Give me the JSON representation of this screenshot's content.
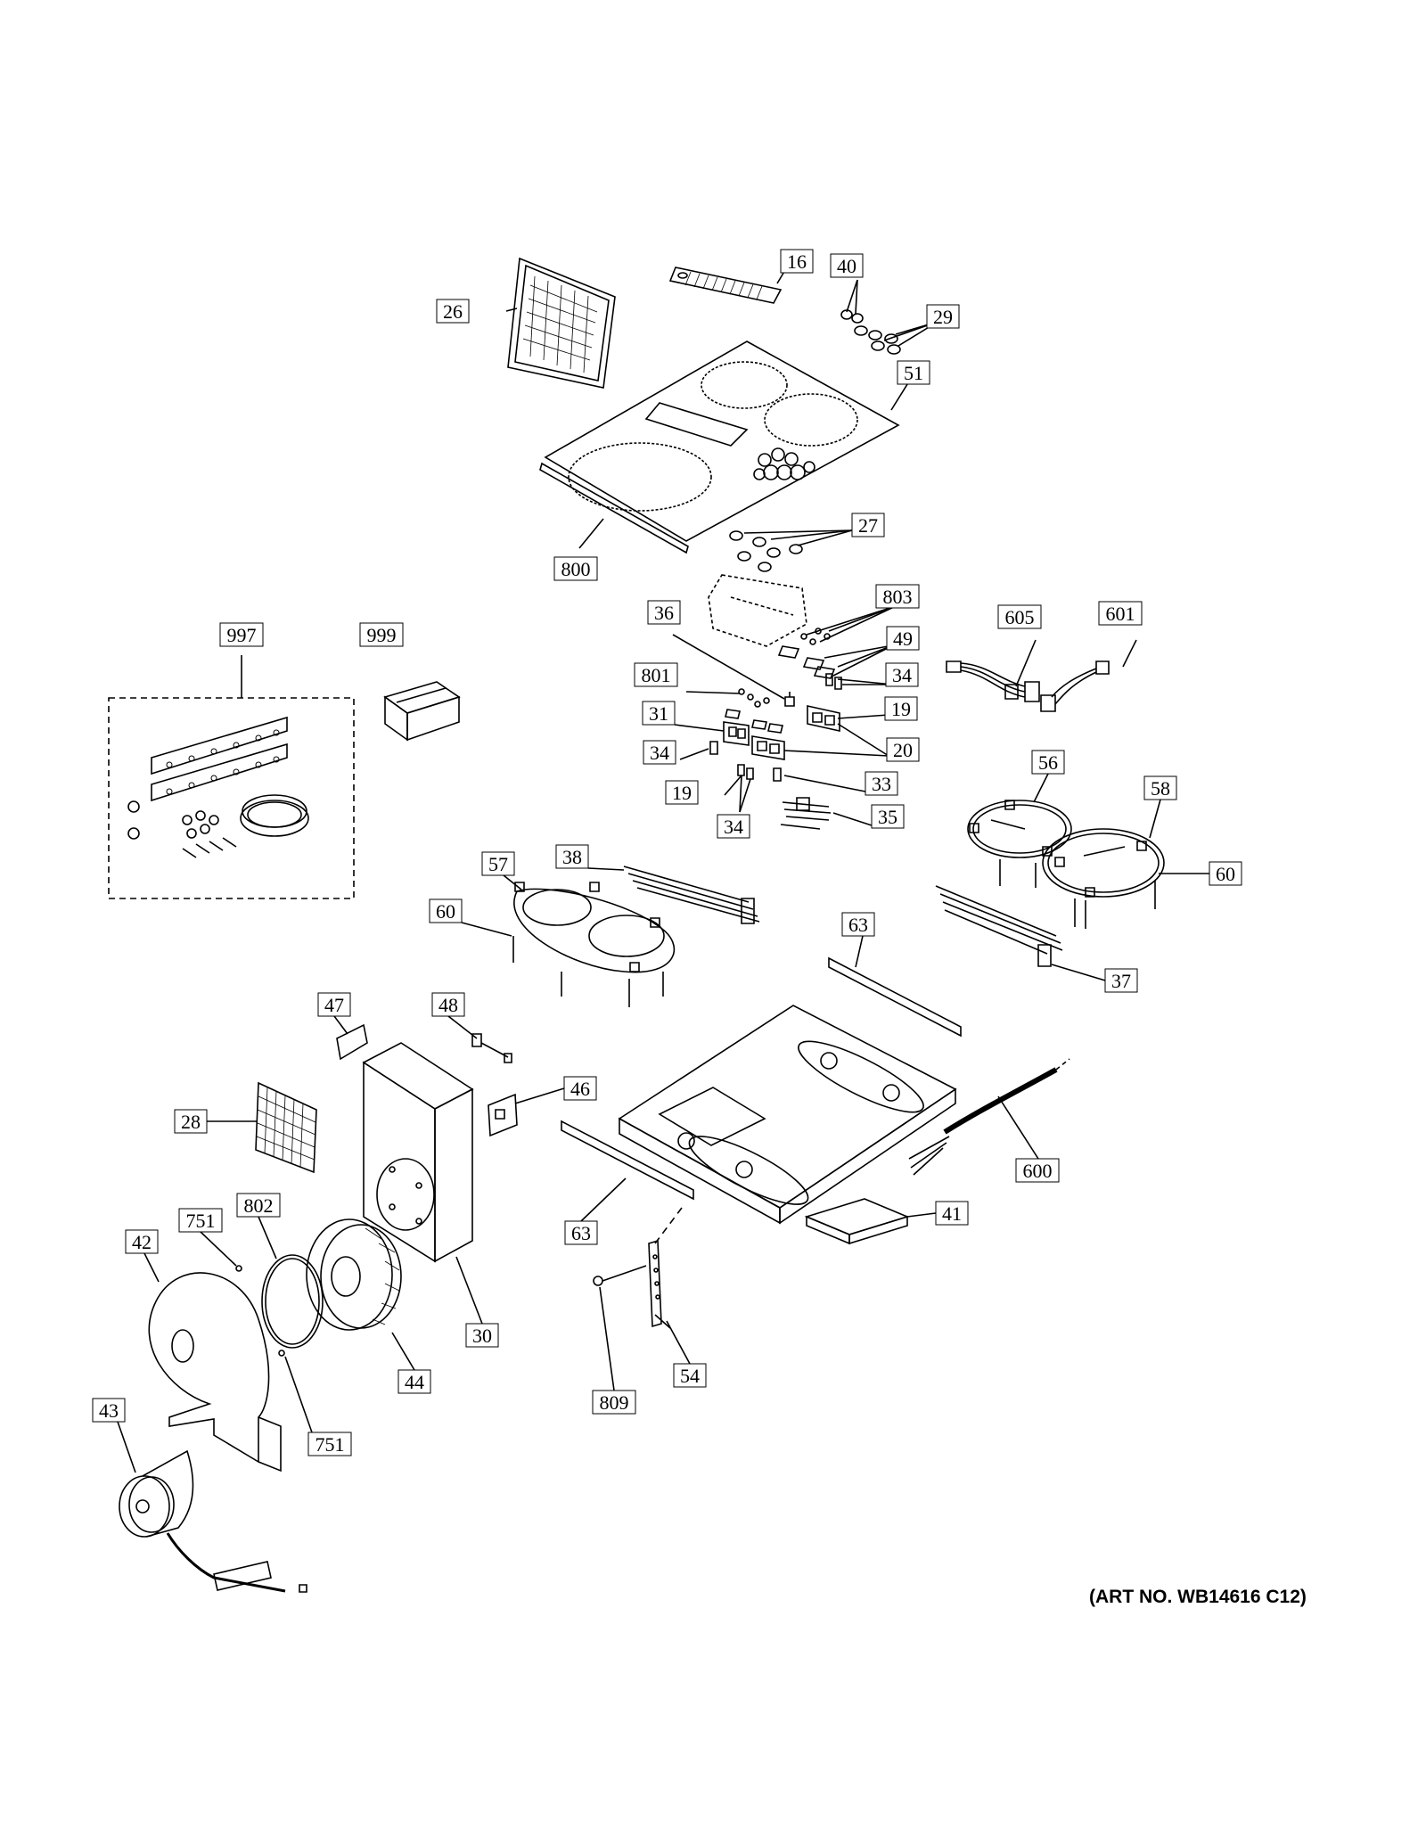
{
  "art_number": "(ART NO. WB14616 C12)",
  "callouts": {
    "c16": "16",
    "c26": "26",
    "c40": "40",
    "c29": "29",
    "c51": "51",
    "c27": "27",
    "c800": "800",
    "c803": "803",
    "c36": "36",
    "c49": "49",
    "c605": "605",
    "c601": "601",
    "c801": "801",
    "c34a": "34",
    "c31": "31",
    "c19a": "19",
    "c34b": "34",
    "c20": "20",
    "c19b": "19",
    "c33": "33",
    "c34c": "34",
    "c35": "35",
    "c997": "997",
    "c999": "999",
    "c56": "56",
    "c58": "58",
    "c60a": "60",
    "c57": "57",
    "c38": "38",
    "c60b": "60",
    "c63a": "63",
    "c37": "37",
    "c47": "47",
    "c48": "48",
    "c46": "46",
    "c28": "28",
    "c600": "600",
    "c41": "41",
    "c63b": "63",
    "c751a": "751",
    "c802": "802",
    "c42": "42",
    "c30": "30",
    "c44": "44",
    "c809": "809",
    "c54": "54",
    "c751b": "751",
    "c43": "43"
  }
}
